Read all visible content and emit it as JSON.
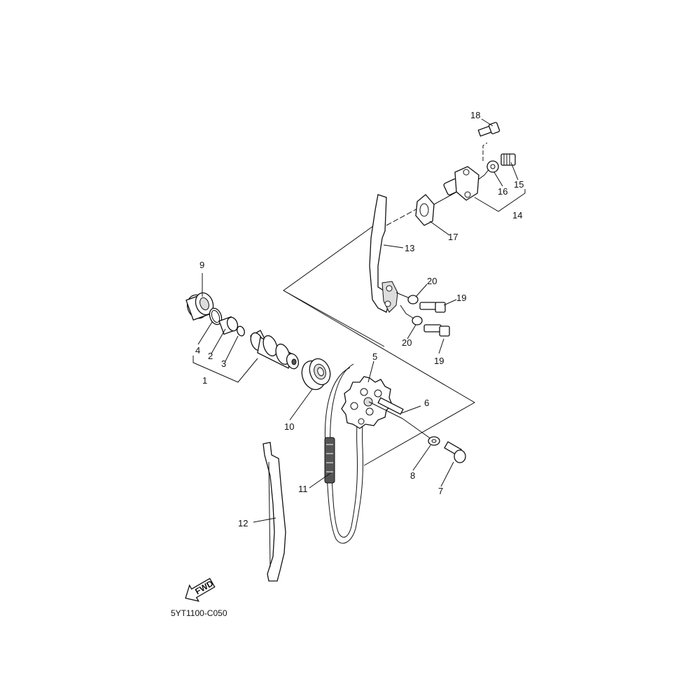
{
  "parts": [
    {
      "id": "p1",
      "text": "1"
    },
    {
      "id": "p2",
      "text": "2"
    },
    {
      "id": "p3",
      "text": "3"
    },
    {
      "id": "p4",
      "text": "4"
    },
    {
      "id": "p5",
      "text": "5"
    },
    {
      "id": "p6",
      "text": "6"
    },
    {
      "id": "p7",
      "text": "7"
    },
    {
      "id": "p8",
      "text": "8"
    },
    {
      "id": "p9",
      "text": "9"
    },
    {
      "id": "p10",
      "text": "10"
    },
    {
      "id": "p11",
      "text": "11"
    },
    {
      "id": "p12",
      "text": "12"
    },
    {
      "id": "p13",
      "text": "13"
    },
    {
      "id": "p14",
      "text": "14"
    },
    {
      "id": "p15",
      "text": "15"
    },
    {
      "id": "p16",
      "text": "16"
    },
    {
      "id": "p17",
      "text": "17"
    },
    {
      "id": "p18",
      "text": "18"
    },
    {
      "id": "p19a",
      "text": "19"
    },
    {
      "id": "p19b",
      "text": "19"
    },
    {
      "id": "p20a",
      "text": "20"
    },
    {
      "id": "p20b",
      "text": "20"
    }
  ],
  "fwd_label": "FWD",
  "diagram_code": "5YT1100-C050"
}
